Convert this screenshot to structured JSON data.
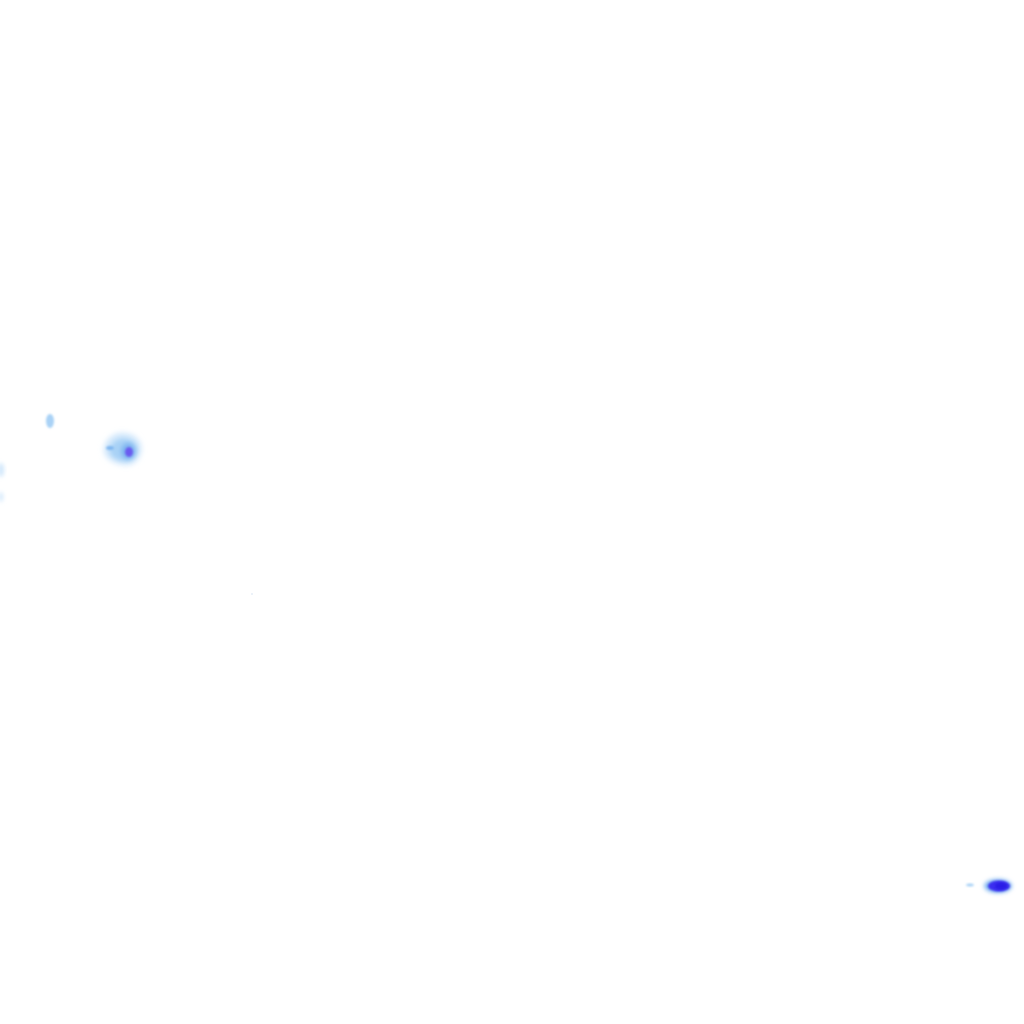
{
  "layer": {
    "kind": "precipitation-radar-overlay",
    "colors": {
      "light": "#cfe6fb",
      "light_mid": "#a9d2f6",
      "moderate": "#7fb6f0",
      "strong": "#6a5cf0",
      "intense": "#3a2ff0",
      "deep": "#2a1fe6"
    }
  },
  "echoes": [
    {
      "id": "echo-west-edge",
      "intensity": "light"
    },
    {
      "id": "echo-small-north",
      "intensity": "light"
    },
    {
      "id": "echo-cell-west",
      "intensity": "strong"
    },
    {
      "id": "echo-speck-center",
      "intensity": "trace"
    },
    {
      "id": "echo-cell-southeast",
      "intensity": "intense"
    }
  ]
}
